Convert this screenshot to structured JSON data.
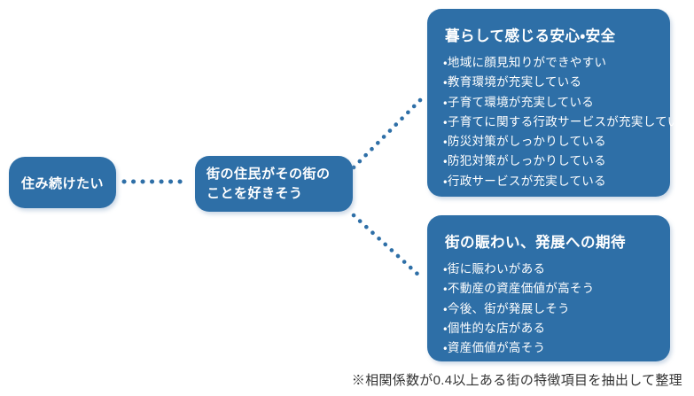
{
  "diagram": {
    "left_node": {
      "label": "住み続けたい"
    },
    "center_node": {
      "lines": [
        "街の住民がその街の",
        "ことを好きそう"
      ]
    },
    "groups": [
      {
        "title": "暮らして感じる安心・安全",
        "items": [
          "地域に顔見知りができやすい",
          "教育環境が充実している",
          "子育て環境が充実している",
          "子育てに関する行政サービスが充実している",
          "防災対策がしっかりしている",
          "防犯対策がしっかりしている",
          "行政サービスが充実している"
        ]
      },
      {
        "title": "街の賑わい、発展への期待",
        "items": [
          "街に賑わいがある",
          "不動産の資産価値が高そう",
          "今後、街が発展しそう",
          "個性的な店がある",
          "資産価値が高そう"
        ]
      }
    ],
    "bullet_marker": "・",
    "footnote": "※相関係数が0.4以上ある街の特徴項目を抽出して整理",
    "colors": {
      "node_blue": "#2e6fa7",
      "text_white": "#ffffff",
      "footnote_gray": "#333333"
    }
  }
}
